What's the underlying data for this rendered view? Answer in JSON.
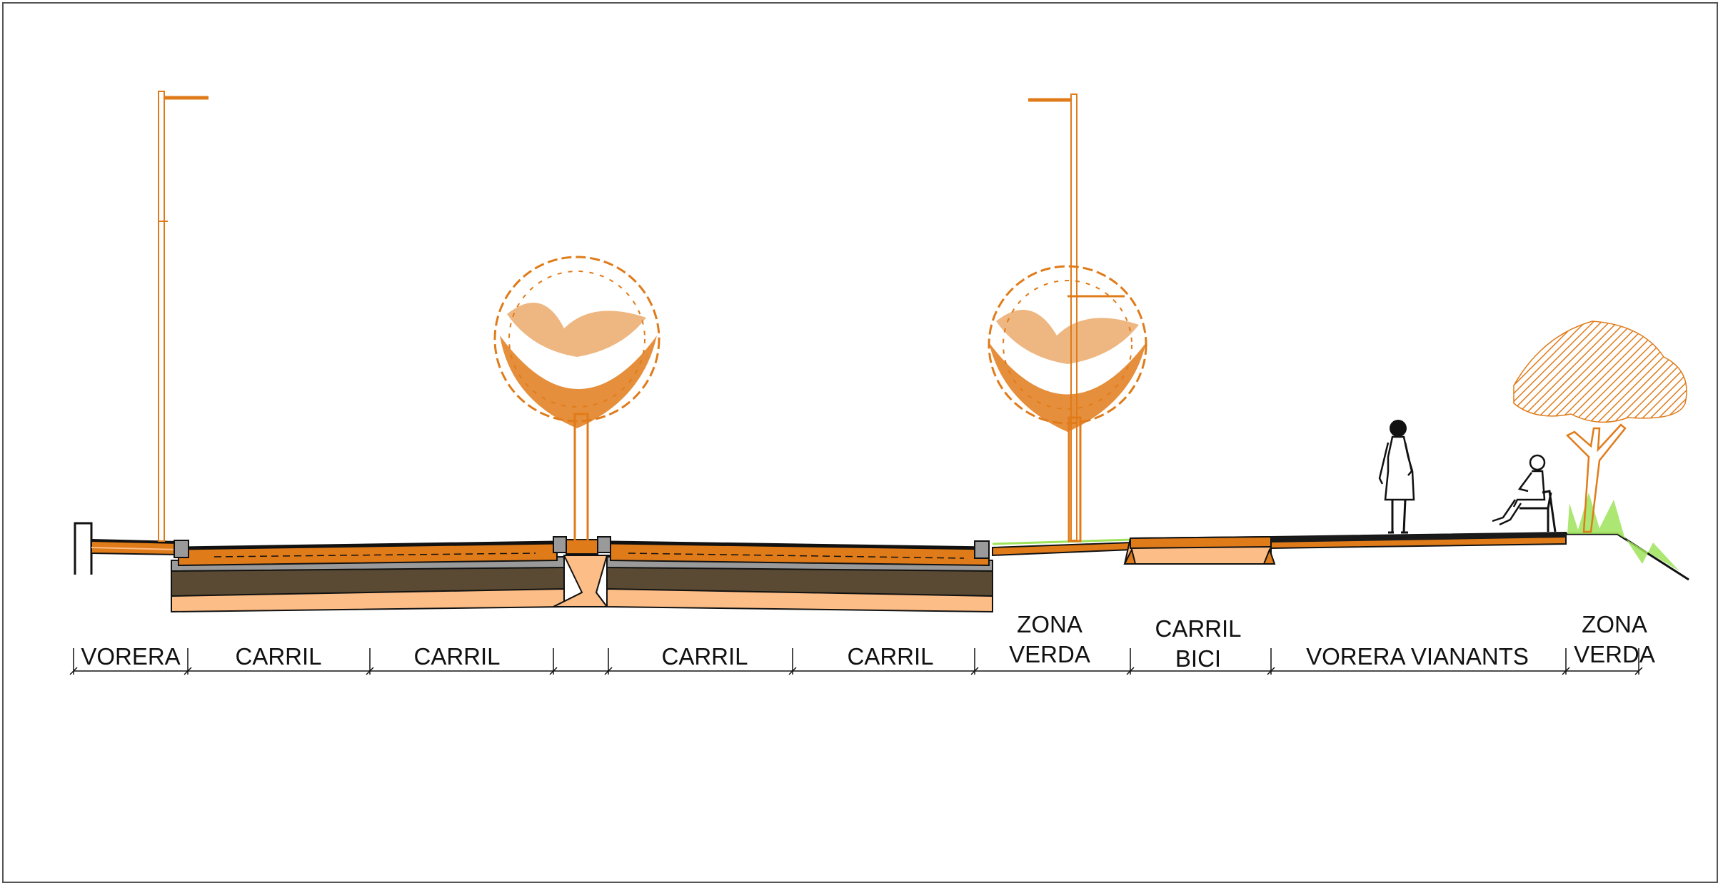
{
  "colors": {
    "orange": "#e07b1a",
    "peach": "#fdbd86",
    "grey": "#9a9a9a",
    "brown": "#5a4a33",
    "dark": "#1a1a1a",
    "green": "#9ee35a"
  },
  "zones": [
    {
      "label": "VORERA"
    },
    {
      "label": "CARRIL"
    },
    {
      "label": "CARRIL"
    },
    {
      "label": ""
    },
    {
      "label": "CARRIL"
    },
    {
      "label": "CARRIL"
    },
    {
      "label": "ZONA\nVERDA"
    },
    {
      "label": "CARRIL\nBICI"
    },
    {
      "label": "VORERA VIANANTS"
    },
    {
      "label": "ZONA\nVERDA"
    }
  ],
  "figures": [
    "streetlight-left",
    "streetlight-right",
    "tree-median",
    "tree-green-strip",
    "tree-park",
    "pedestrian-standing",
    "person-sitting-on-bench"
  ]
}
